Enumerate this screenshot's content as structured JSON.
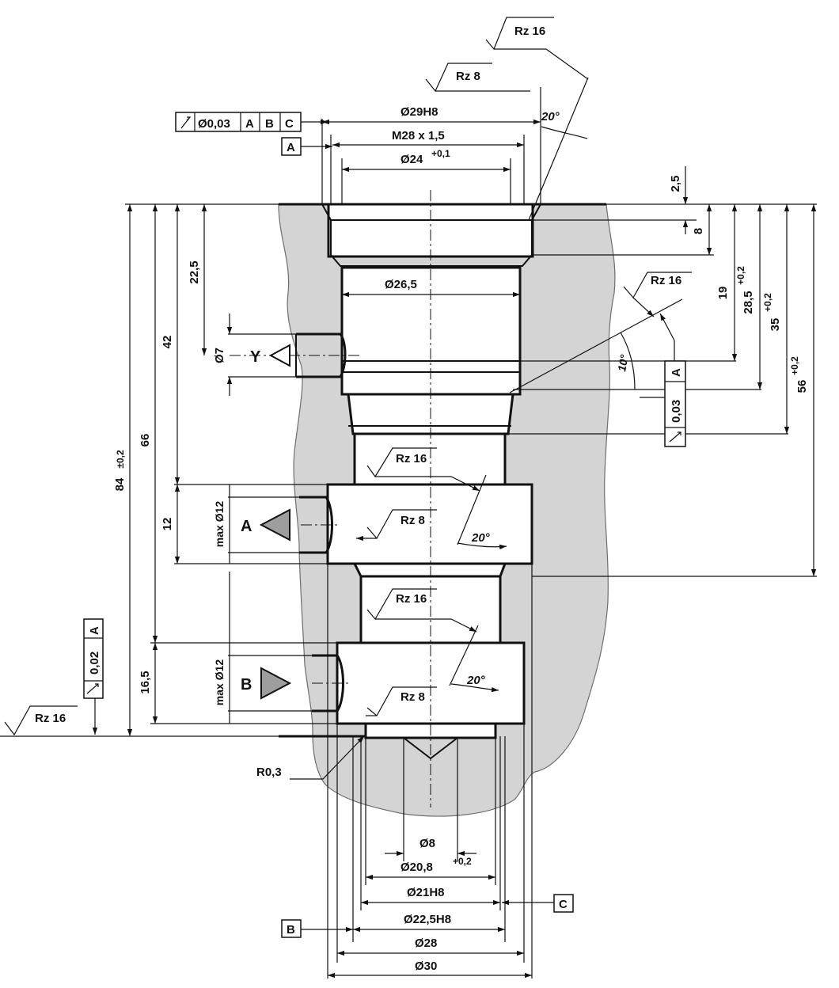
{
  "surface": {
    "top_right": "Rz 16",
    "upper": "Rz 8",
    "chamfer_right": "Rz 16",
    "left_bottom": "Rz 16",
    "groove1": "Rz 16",
    "bore1": "Rz 8",
    "groove2": "Rz 16",
    "bore2": "Rz 8"
  },
  "angles": {
    "top": "20°",
    "right": "10°",
    "mid1": "20°",
    "mid2": "20°"
  },
  "tolerance_frames": {
    "top": [
      "Ø0,03",
      "A",
      "B",
      "C"
    ],
    "right": [
      "0,03",
      "A"
    ],
    "left": [
      "0,02",
      "A"
    ]
  },
  "datums": {
    "a": "A",
    "b": "B",
    "c": "C"
  },
  "dims_top": {
    "d29": "Ø29H8",
    "thread": "M28 x 1,5",
    "d24": "Ø24",
    "d24_tol": "+0,1"
  },
  "dims_right": {
    "d25": "2,5",
    "d8": "8",
    "d19": "19",
    "d285": "28,5",
    "d285_tol": "+0,2",
    "d35": "35",
    "d35_tol": "+0,2",
    "d56": "56",
    "d56_tol": "+0,2"
  },
  "dims_left": {
    "d84": "84",
    "d84_tol": "±0,2",
    "d66": "66",
    "d42": "42",
    "d225": "22,5",
    "d7": "Ø7",
    "d12": "12",
    "d165": "16,5",
    "max12a": "max Ø12",
    "max12b": "max Ø12"
  },
  "inner": {
    "d265": "Ø26,5"
  },
  "views": {
    "y": "Y",
    "a": "A",
    "b": "B"
  },
  "bottom": {
    "r03": "R0,3",
    "d8": "Ø8",
    "d208": "Ø20,8",
    "d208_tol": "+0,2",
    "d21": "Ø21H8",
    "d225": "Ø22,5H8",
    "d28": "Ø28",
    "d30": "Ø30"
  }
}
